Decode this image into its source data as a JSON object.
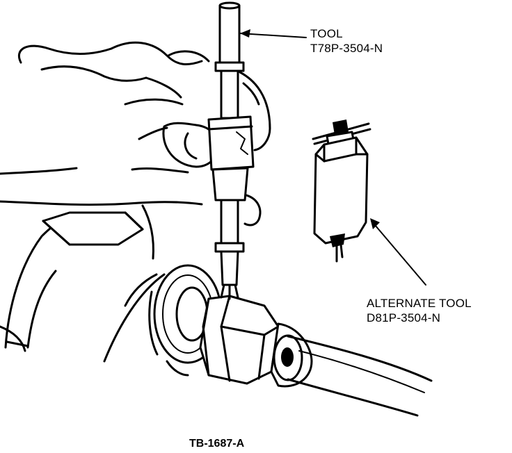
{
  "tool_label": {
    "line1": "TOOL",
    "line2": "T78P-3504-N"
  },
  "alternate_tool_label": {
    "line1": "ALTERNATE TOOL",
    "line2": "D81P-3504-N"
  },
  "figure_id": "TB-1687-A",
  "colors": {
    "ink": "#000000",
    "paper": "#ffffff"
  }
}
